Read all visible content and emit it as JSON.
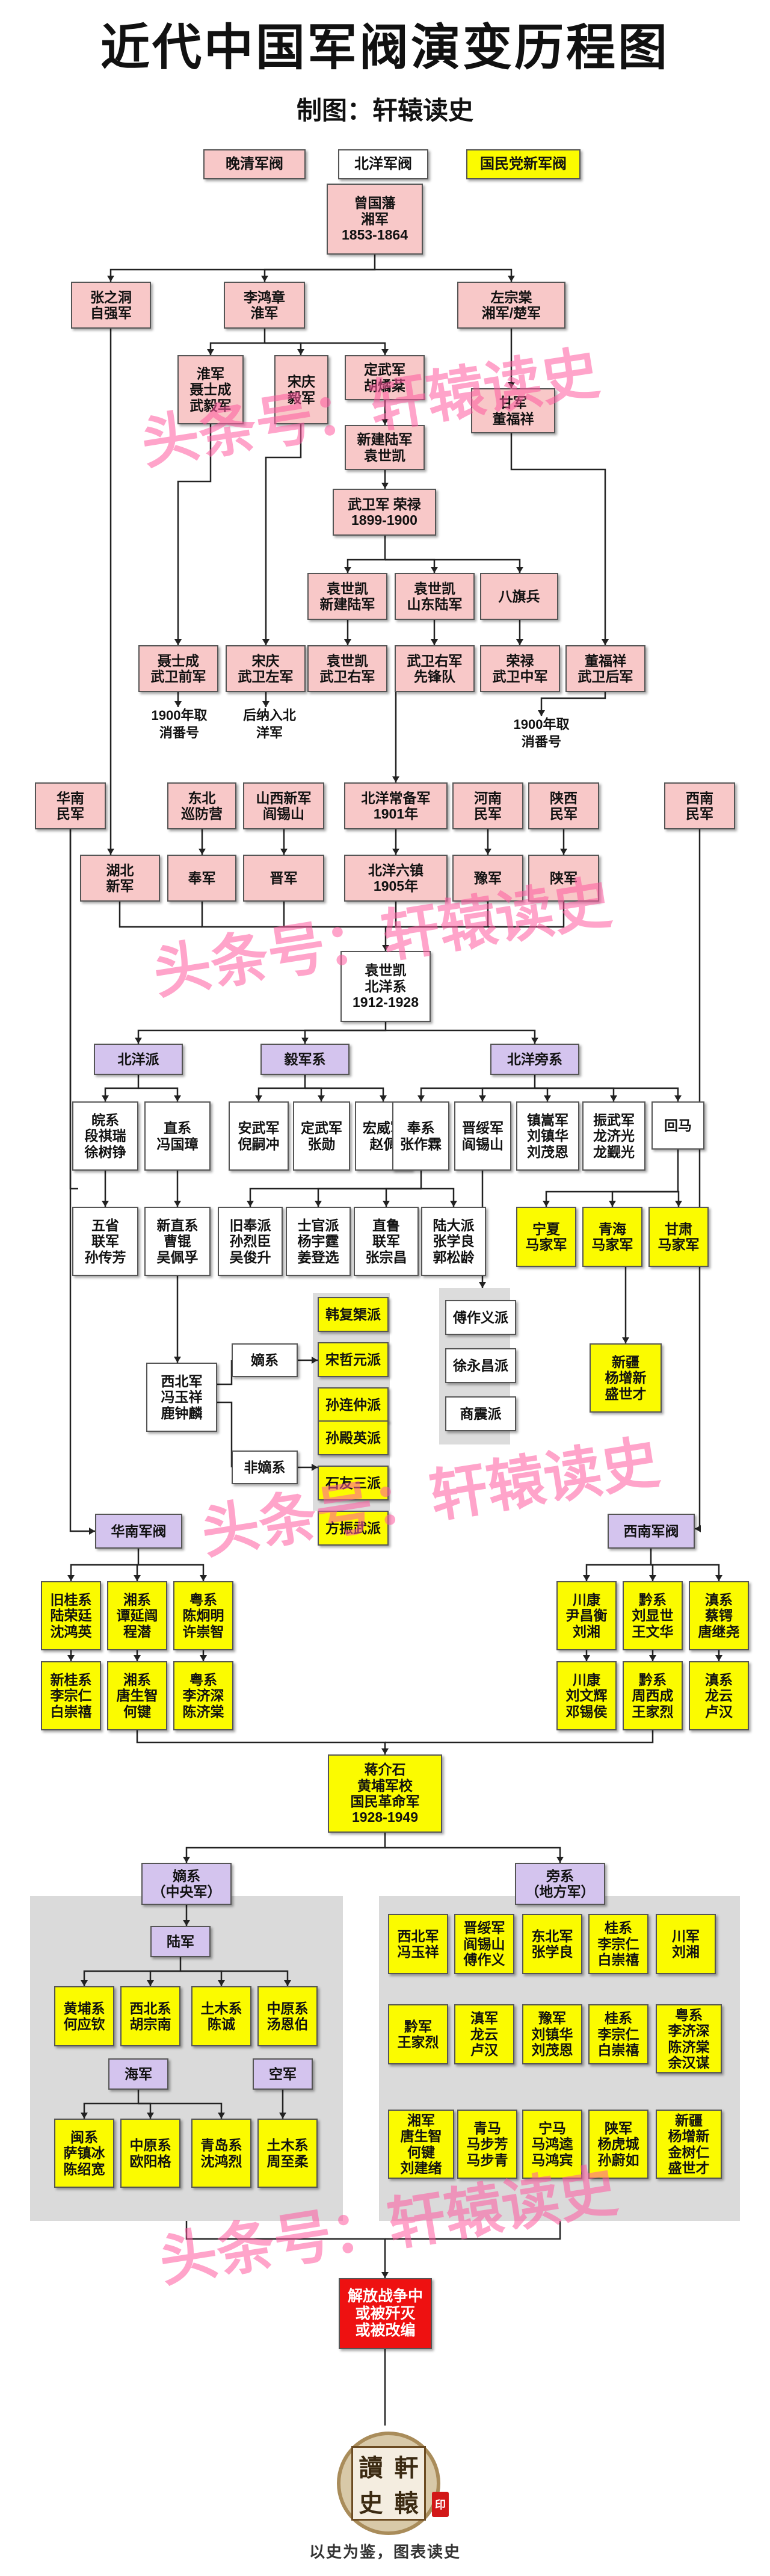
{
  "title": "近代中国军阀演变历程图",
  "subtitle": "制图：轩辕读史",
  "legend": [
    {
      "label": "晚清军阀",
      "color": "#f8c8c8"
    },
    {
      "label": "北洋军阀",
      "color": "#ffffff"
    },
    {
      "label": "国民党新军阀",
      "color": "#fbfb00"
    }
  ],
  "watermark": "头条号：轩辕读史",
  "notes": {
    "n_1900a": "1900年取\n消番号",
    "n_huaibei": "后纳入北\n洋军",
    "n_1900b": "1900年取\n消番号"
  },
  "nodes": {
    "zeng": "曾国藩\n湘军\n1853-1864",
    "zhang_zhidong": "张之洞\n自强军",
    "li_hongzhang": "李鸿章\n淮军",
    "zuo": "左宗棠\n湘军/楚军",
    "huaijun_nie": "淮军\n聂士成\n武毅军",
    "songqing_yijun": "宋庆\n毅军",
    "dingwu": "定武军\n胡燏棻",
    "xinjian": "新建陆军\n袁世凯",
    "ganjun": "甘军\n董福祥",
    "wuwei": "武卫军 荣禄\n1899-1900",
    "ysk_xinjian": "袁世凯\n新建陆军",
    "ysk_shandong": "袁世凯\n山东陆军",
    "baqi": "八旗兵",
    "nie_front": "聂士成\n武卫前军",
    "song_left": "宋庆\n武卫左军",
    "ysk_right": "袁世凯\n武卫右军",
    "wuwei_pioneer": "武卫右军\n先锋队",
    "ronglu_center": "荣禄\n武卫中军",
    "dong_rear": "董福祥\n武卫后军",
    "huanan_mj": "华南\n民军",
    "dongbei": "东北\n巡防营",
    "shanxi_new": "山西新军\n阎锡山",
    "beiyang_chang": "北洋常备军\n1901年",
    "henan_mj": "河南\n民军",
    "shaanxi_mj": "陕西\n民军",
    "xinan_mj": "西南\n民军",
    "hubei_new": "湖北\n新军",
    "fengjun": "奉军",
    "jinjun": "晋军",
    "beiyang_six": "北洋六镇\n1905年",
    "yujun": "豫军",
    "shanjun": "陕军",
    "ysk_beiyang": "袁世凯\n北洋系\n1912-1928",
    "beiyang_pai": "北洋派",
    "yijun_xi": "毅军系",
    "beiyang_pang": "北洋旁系",
    "wanxi": "皖系\n段祺瑞\n徐树铮",
    "zhixi": "直系\n冯国璋",
    "anwu": "安武军\n倪嗣冲",
    "dingwu2": "定武军\n张勋",
    "hongwei": "宏威军\n赵倜",
    "fengxi": "奉系\n张作霖",
    "jinsui": "晋绥军\n阎锡山",
    "zhensong": "镇嵩军\n刘镇华\n刘茂恩",
    "zhenwu": "振武军\n龙济光\n龙觐光",
    "huima": "回马",
    "wusheng": "五省\n联军\n孙传芳",
    "xinzhi": "新直系\n曹锟\n吴佩孚",
    "jiufeng": "旧奉派\n孙烈臣\n吴俊升",
    "shiguan": "士官派\n杨宇霆\n姜登选",
    "zhilu": "直鲁\n联军\n张宗昌",
    "luda": "陆大派\n张学良\n郭松龄",
    "ningxia": "宁夏\n马家军",
    "qinghai": "青海\n马家军",
    "gansu": "甘肃\n马家军",
    "fu_zuoyi": "傅作义派",
    "xu_yongchang": "徐永昌派",
    "shang_zhen": "商震派",
    "han_fuju": "韩复榘派",
    "song_zheyuan": "宋哲元派",
    "sun_lianzhong": "孙连仲派",
    "dixi_small": "嫡系",
    "feidixi_small": "非嫡系",
    "sun_dianying": "孙殿英派",
    "shiyou": "石友三派",
    "fang_zhenwu": "方振武派",
    "xibeijun": "西北军\n冯玉祥\n鹿钟麟",
    "xinjiang": "新疆\n杨增新\n盛世才",
    "huanan_fa": "华南军阀",
    "xinan_fa": "西南军阀",
    "jiugui": "旧桂系\n陆荣廷\n沈鸿英",
    "xiang_tan": "湘系\n谭延闿\n程潜",
    "yue_chen": "粤系\n陈炯明\n许崇智",
    "xingui": "新桂系\n李宗仁\n白崇禧",
    "xiang_tang": "湘系\n唐生智\n何键",
    "yue_li": "粤系\n李济深\n陈济棠",
    "chuan_yin": "川康\n尹昌衡\n刘湘",
    "qian_liu": "黔系\n刘显世\n王文华",
    "dian_cai": "滇系\n蔡锷\n唐继尧",
    "chuan_liu": "川康\n刘文辉\n邓锡侯",
    "qian_zhou": "黔系\n周西成\n王家烈",
    "dian_long": "滇系\n龙云\n卢汉",
    "jiang": "蒋介石\n黄埔军校\n国民革命军\n1928-1949",
    "dixi_central": "嫡系\n（中央军）",
    "pangxi_local": "旁系\n（地方军）",
    "lujun": "陆军",
    "huangpu": "黄埔系\n何应钦",
    "xibei_hu": "西北系\n胡宗南",
    "tumu_chen": "土木系\n陈诚",
    "zhongyuan_tang": "中原系\n汤恩伯",
    "haijun": "海军",
    "kongjun": "空军",
    "min_sa": "闽系\n萨镇冰\n陈绍宽",
    "zhongyuan_ou": "中原系\n欧阳格",
    "qingdao": "青岛系\n沈鸿烈",
    "tumu_zhou": "土木系\n周至柔",
    "xibeijun_feng": "西北军\n冯玉祥",
    "jinsui_yan": "晋绥军\n阎锡山\n傅作义",
    "dongbeijun": "东北军\n张学良",
    "guixi_li": "桂系\n李宗仁\n白崇禧",
    "chuanjun": "川军\n刘湘",
    "qianjun": "黔军\n王家烈",
    "dianjun": "滇军\n龙云\n卢汉",
    "yujun2": "豫军\n刘镇华\n刘茂恩",
    "guixi2": "桂系\n李宗仁\n白崇禧",
    "yuexi": "粤系\n李济深\n陈济棠\n余汉谋",
    "xiangjun": "湘军\n唐生智\n何键\n刘建绪",
    "qingma": "青马\n马步芳\n马步青",
    "ningma": "宁马\n马鸿逵\n马鸿宾",
    "shaanjun": "陕军\n杨虎城\n孙蔚如",
    "xinjiang2": "新疆\n杨增新\n金树仁\n盛世才",
    "final": "解放战争中\n或被歼灭\n或被改编"
  },
  "seal_chars": [
    "讀",
    "軒",
    "史",
    "轅"
  ],
  "seal_stamp": "印",
  "slogan": "以史为鉴，图表读史"
}
